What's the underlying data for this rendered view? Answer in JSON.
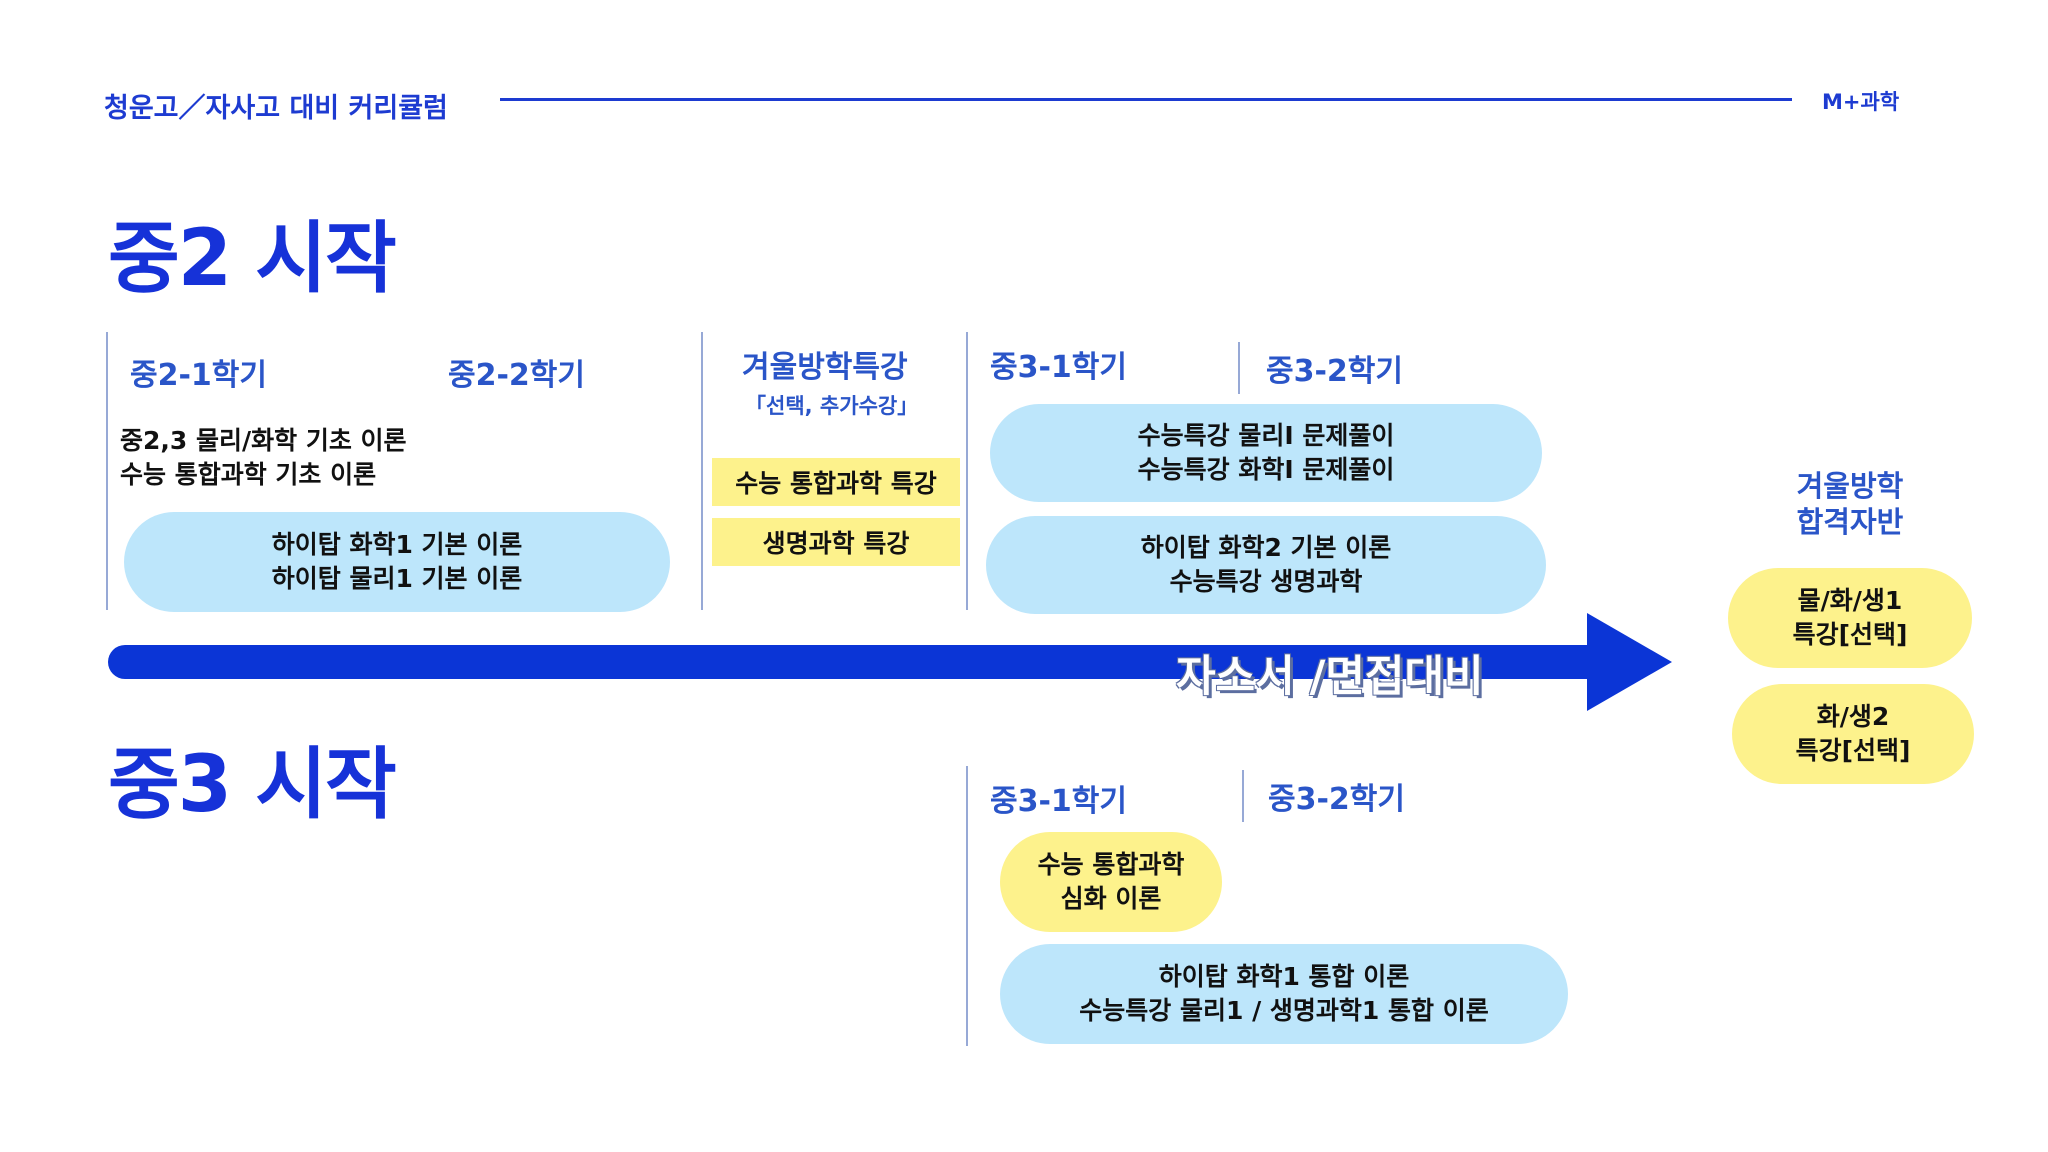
{
  "header": {
    "title": "청운고／자사고 대비 커리큘럼",
    "brand": "M+과학"
  },
  "track_m2": {
    "title": "중2 시작",
    "term1_label": "중2-1학기",
    "term2_label": "중2-2학기",
    "basics_line1": "중2,3 물리/화학 기초 이론",
    "basics_line2": "수능 통합과학 기초 이론",
    "hightop_line1": "하이탑 화학1 기본 이론",
    "hightop_line2": "하이탑 물리1 기본 이론",
    "winter_label": "겨울방학특강",
    "winter_note": "「선택, 추가수강」",
    "winter_item1": "수능 통합과학 특강",
    "winter_item2": "생명과학 특강",
    "m3_term1_label": "중3-1학기",
    "m3_term2_label": "중3-2학기",
    "problems_line1": "수능특강 물리Ⅰ 문제풀이",
    "problems_line2": "수능특강 화학Ⅰ 문제풀이",
    "advanced_line1": "하이탑 화학2 기본 이론",
    "advanced_line2": "수능특강 생명과학"
  },
  "timeline_arrow": {
    "label": "자소서 /면접대비",
    "color": "#0b35d6"
  },
  "track_m3": {
    "title": "중3 시작",
    "term1_label": "중3-1학기",
    "term2_label": "중3-2학기",
    "deep_line1": "수능 통합과학",
    "deep_line2": "심화 이론",
    "integrated_line1": "하이탑 화학1 통합 이론",
    "integrated_line2": "수능특강 물리1 / 생명과학1 통합 이론"
  },
  "goal": {
    "title_line1": "겨울방학",
    "title_line2": "합격자반",
    "option1_line1": "물/화/생1",
    "option1_line2": "특강[선택]",
    "option2_line1": "화/생2",
    "option2_line2": "특강[선택]"
  },
  "colors": {
    "accent": "#1632d8",
    "term_text": "#2a55c8",
    "pill_blue": "#bde6fb",
    "pill_yellow": "#fdf28c"
  }
}
